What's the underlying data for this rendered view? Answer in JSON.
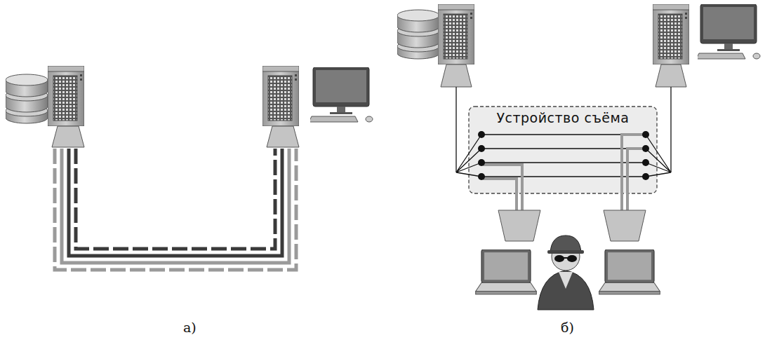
{
  "diagram": {
    "nodes": [
      {
        "text": [
          "Устройство съёма"
        ]
      }
    ],
    "labels": [
      "а)",
      "б)"
    ]
  }
}
